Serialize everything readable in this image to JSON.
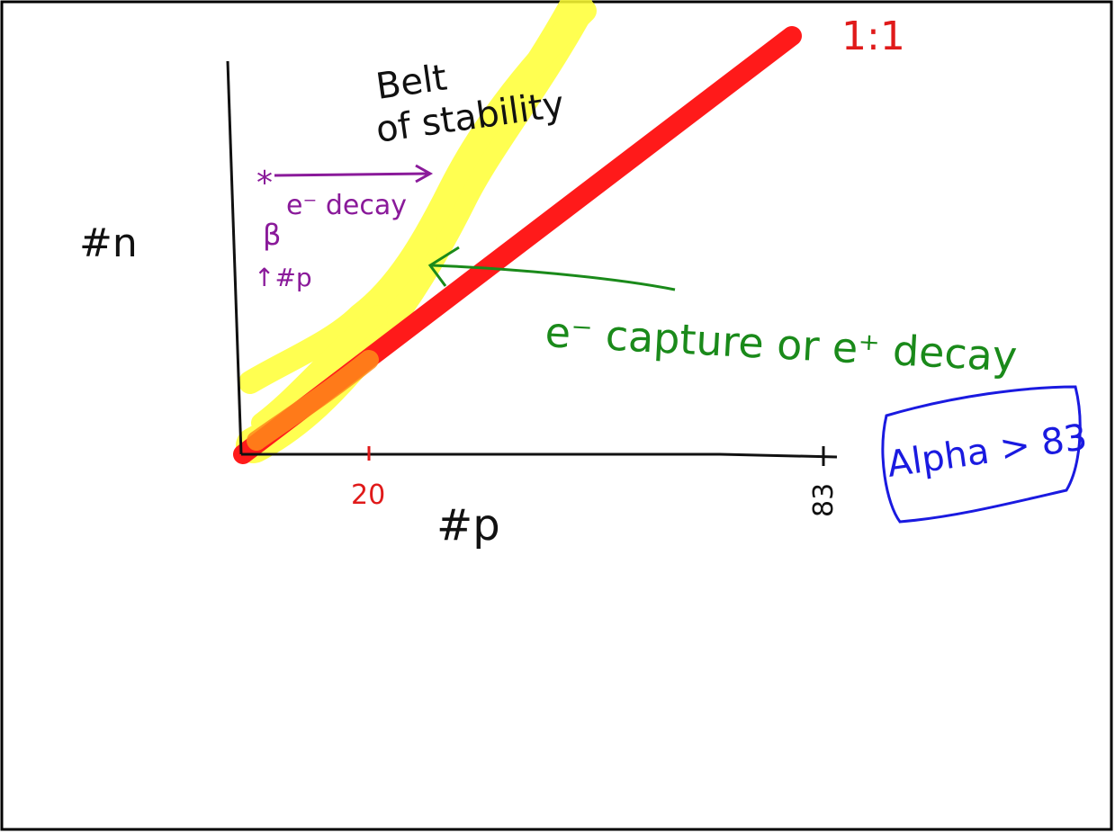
{
  "labels": {
    "belt_line1": "Belt",
    "belt_line2": "of stability",
    "y_axis": "#n",
    "x_axis": "#p",
    "tick_20": "20",
    "tick_83": "83",
    "ratio": "1:1",
    "beta_star": "*",
    "beta_decay": "e⁻ decay",
    "beta_symbol": "β",
    "beta_up": "↑#p",
    "capture": "e⁻ capture or e⁺ decay",
    "alpha": "Alpha > 83"
  },
  "colors": {
    "background": "#ffffff",
    "ink": "#111111",
    "ratio_line": "#ff1a1a",
    "belt_highlight": "#ffff33",
    "belt_overlap": "#ff8c1a",
    "beta_annotation": "#8a1a9a",
    "capture_annotation": "#1a8a1a",
    "alpha_annotation": "#1a1ae0",
    "tick_labels": "#e01a1a"
  }
}
